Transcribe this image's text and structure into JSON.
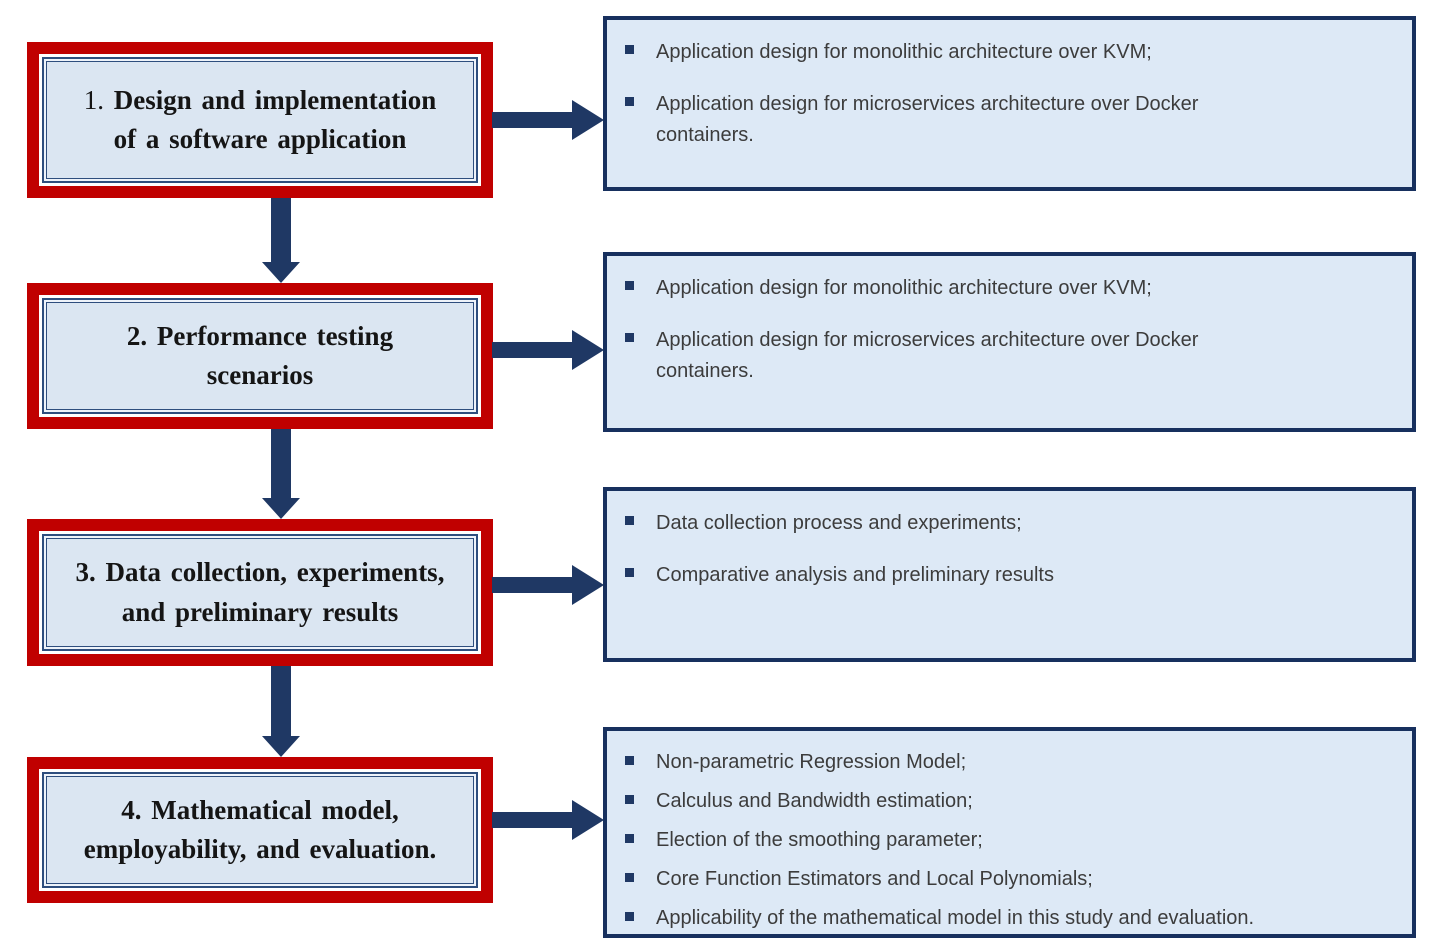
{
  "colors": {
    "step_frame_red": "#C00000",
    "navy_arrow": "#1F3864",
    "detail_border_navy": "#17305E",
    "inner_border_navy": "#2E4E7E",
    "step_fill": "#DBE6F2",
    "detail_fill": "#DDE9F6",
    "bullet_square": "#1F3864",
    "title_text": "#151515",
    "bullet_text": "#3C3C3C"
  },
  "steps": [
    {
      "num": "1.",
      "title_line1": "Design and implementation",
      "title_line2": "of a software application",
      "bullets": [
        "Application design for monolithic architecture over KVM;",
        "Application design for microservices architecture over Docker containers."
      ]
    },
    {
      "num": "2.",
      "title_line1": "Performance testing",
      "title_line2": "scenarios",
      "bullets": [
        "Application design for monolithic architecture over KVM;",
        "Application design for microservices architecture over Docker containers."
      ]
    },
    {
      "num": "3.",
      "title_line1": "Data collection, experiments,",
      "title_line2": "and preliminary results",
      "bullets": [
        "Data collection process and experiments;",
        "Comparative analysis and preliminary results"
      ]
    },
    {
      "num": "4.",
      "title_line1": "Mathematical model,",
      "title_line2": "employability, and evaluation.",
      "bullets": [
        "Non-parametric Regression Model;",
        "Calculus and Bandwidth estimation;",
        "Election of the smoothing parameter;",
        "Core Function Estimators and Local Polynomials;",
        "Applicability of the mathematical model in this study and evaluation."
      ]
    }
  ]
}
